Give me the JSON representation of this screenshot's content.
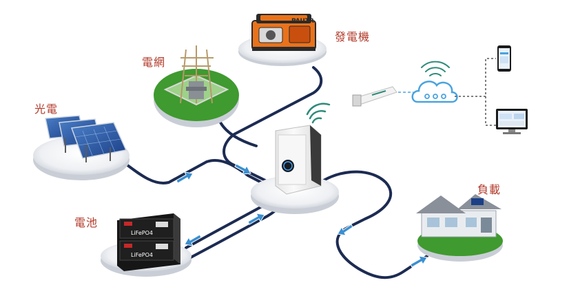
{
  "nodes": {
    "generator": {
      "label": "發電機"
    },
    "grid": {
      "label": "電網"
    },
    "solar": {
      "label": "光電"
    },
    "battery": {
      "label": "電池"
    },
    "load": {
      "label": "負載"
    }
  },
  "colors": {
    "cable": "#1c2b52",
    "arrow": "#3a8fd0",
    "label": "#b23a2a",
    "grass": "#3f9a2f",
    "generator_body": "#e8731c",
    "inverter": "#f2f2f2",
    "wifi": "#2e8b7a",
    "cloud": "#4aa3df"
  },
  "icons": {
    "generator": "portable-generator-icon",
    "grid": "power-pylon-icon",
    "solar": "solar-panel-icon",
    "battery": "battery-rack-icon",
    "inverter": "hybrid-inverter-icon",
    "house": "house-icon",
    "wifi": "wifi-icon",
    "cloud": "cloud-icon",
    "dongle": "wifi-dongle-icon",
    "phone": "smartphone-icon",
    "monitor": "monitor-icon"
  }
}
